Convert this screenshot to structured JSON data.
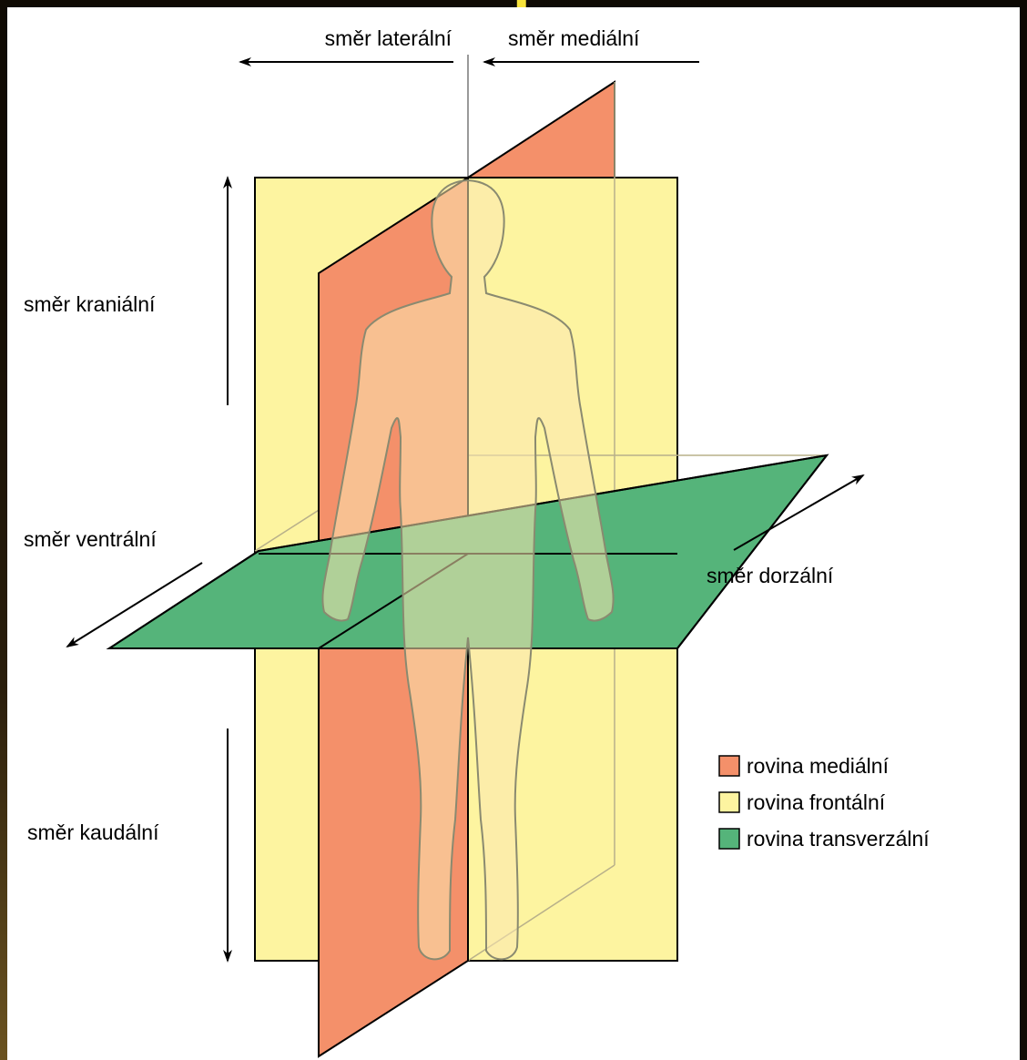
{
  "labels": {
    "lateral": "směr laterální",
    "medial": "směr mediální",
    "cranial": "směr kraniální",
    "ventral": "směr ventrální",
    "dorsal": "směr dorzální",
    "caudal": "směr kaudální"
  },
  "legend": [
    {
      "label": "rovina mediální",
      "color": "#f4906a"
    },
    {
      "label": "rovina frontální",
      "color": "#fdf4a0"
    },
    {
      "label": "rovina transverzální",
      "color": "#55b47a"
    }
  ],
  "colors": {
    "median_plane": "#f4906a",
    "frontal_plane": "#fdf4a0",
    "transverse_plane": "#55b47a",
    "body_fill": "#fbe7b0"
  }
}
